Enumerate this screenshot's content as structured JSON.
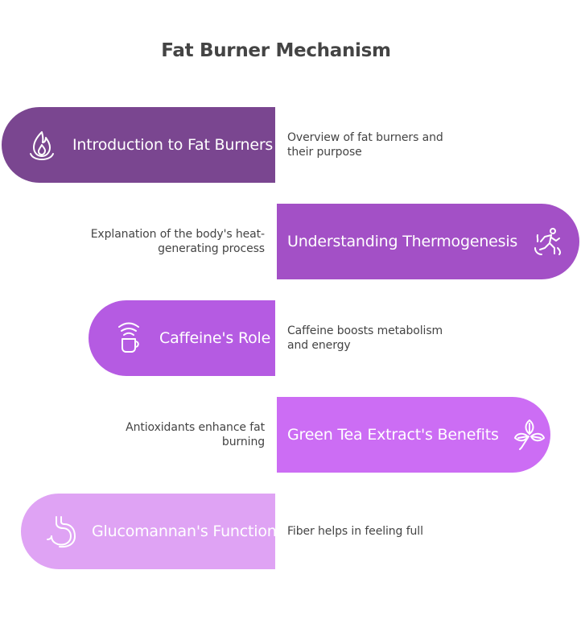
{
  "title": "Fat Burner Mechanism",
  "steps": [
    {
      "label": "Introduction to Fat Burners",
      "description": "Overview of fat burners and their purpose",
      "icon": "flame-icon",
      "color": "#7a4690"
    },
    {
      "label": "Understanding Thermogenesis",
      "description": "Explanation of the body's heat-generating process",
      "icon": "running-person-icon",
      "color": "#a350c6"
    },
    {
      "label": "Caffeine's Role",
      "description": "Caffeine boosts metabolism and energy",
      "icon": "hot-coffee-icon",
      "color": "#b55be2"
    },
    {
      "label": "Green Tea Extract's Benefits",
      "description": "Antioxidants enhance fat burning",
      "icon": "leaves-icon",
      "color": "#cc6df4"
    },
    {
      "label": "Glucomannan's Function",
      "description": "Fiber helps in feeling full",
      "icon": "stomach-icon",
      "color": "#dfa3f4"
    }
  ]
}
